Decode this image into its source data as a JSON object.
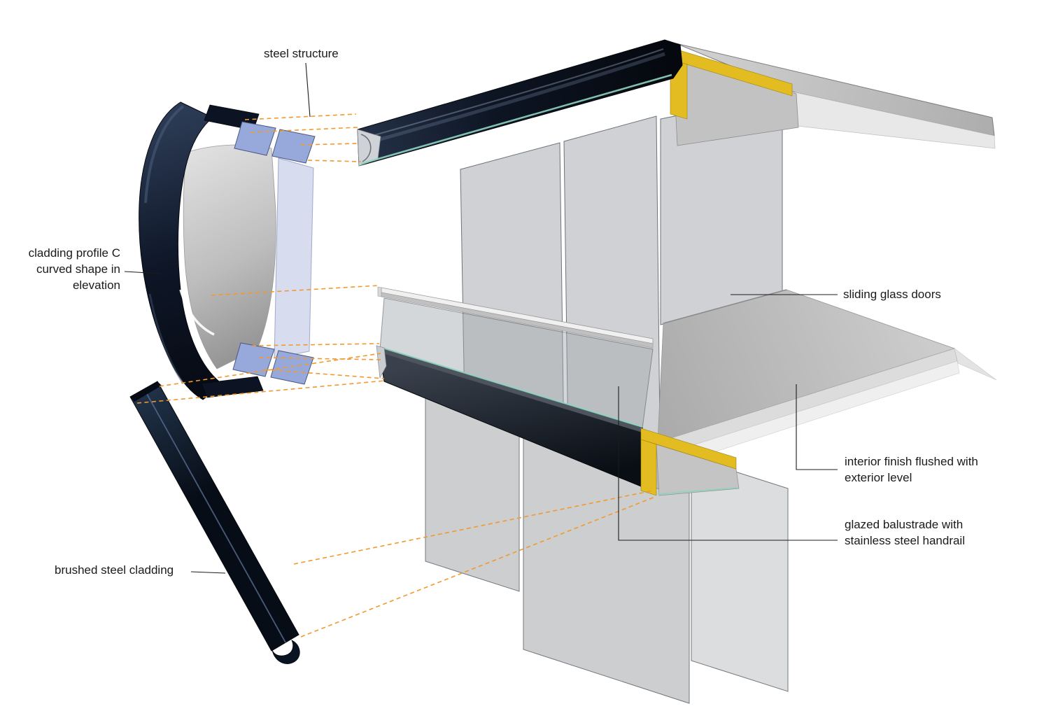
{
  "figure": {
    "type": "exploded-axonometric-facade-detail",
    "labels": {
      "steel_structure": "steel structure",
      "cladding_profile": "cladding profile C\ncurved shape in\nelevation",
      "sliding_glass_doors": "sliding glass doors",
      "interior_finish": "interior finish flushed with\nexterior level",
      "glazed_balustrade": "glazed balustrade with\nstainless steel handrail",
      "brushed_steel_cladding": "brushed steel cladding"
    },
    "colors": {
      "steel_dark_navy": "#0c1422",
      "insulation_yellow": "#e2bc20",
      "projection_line_orange": "#f2992e",
      "glass_edge_teal": "#8fd4c0",
      "steel_blue": "#97a8da",
      "concrete_gray": "#bcbcbc",
      "label_text": "#1a1a1a"
    }
  }
}
